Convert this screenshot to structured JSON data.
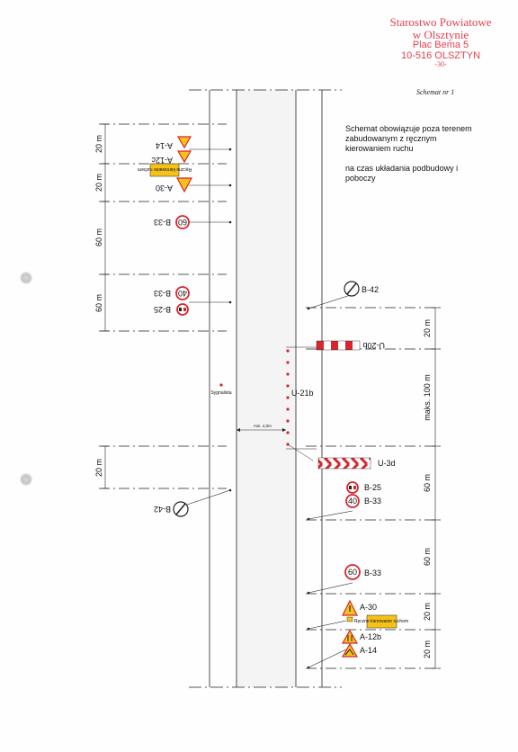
{
  "stamp": {
    "line1": "Starostwo Powiatowe",
    "line2": "w Olsztynie",
    "line3": "Plac Bema 5",
    "line4": "10-516 OLSZTYN",
    "line5": "-30-"
  },
  "schemat_title": "Schemat nr 1",
  "note": {
    "para1": "Schemat obowiązuje poza terenem zabudowanym z ręcznym kierowaniem ruchu",
    "para2": "na czas układania podbudowy i poboczy"
  },
  "labels": {
    "signalman": "Sygnalista",
    "min_width": "min. 4,0m",
    "cones": "U-21b",
    "barrier": "U-20b",
    "chevron": "U-3d",
    "sign_b42": "B-42",
    "sign_b25": "B-25",
    "sign_b33": "B-33",
    "sign_a30": "A-30",
    "sign_a12b": "A-12b",
    "sign_a12c": "A-12c",
    "sign_a14": "A-14",
    "speed_60": "60",
    "speed_40": "40",
    "plate_text": "Ręczne kierowanie ruchem"
  },
  "dimensions": {
    "d20": "20 m",
    "d60": "60 m",
    "dmax100": "maks. 100 m"
  },
  "colors": {
    "stamp": "#e5424d",
    "sign_red": "#d7262e",
    "sign_yellow": "#f6c21a",
    "road_fill": "#f4f4f4",
    "line": "#222222"
  }
}
